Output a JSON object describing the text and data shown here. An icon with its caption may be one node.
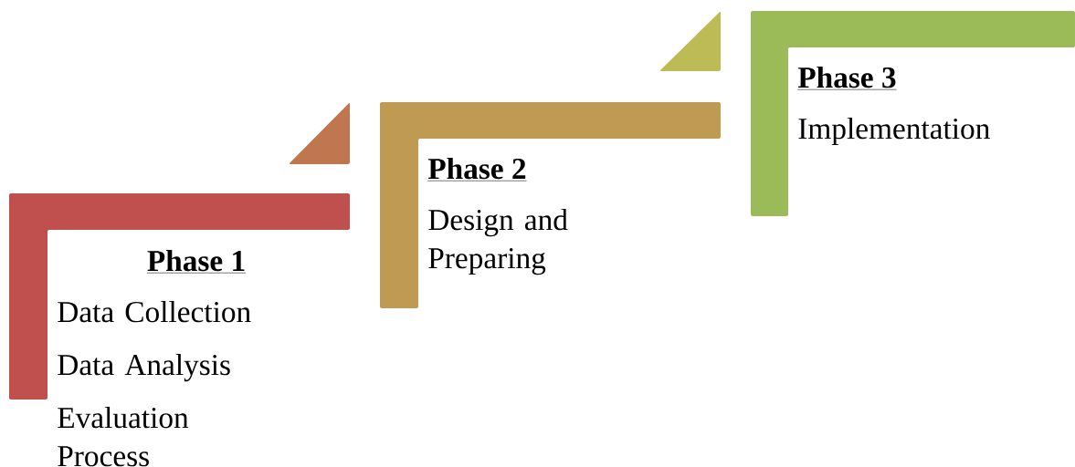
{
  "diagram": {
    "nodes": [
      {
        "text": [
          "Phase 1",
          "Data Collection",
          "Data Analysis",
          "Evaluation Process"
        ]
      },
      {
        "text": [
          "Phase 2",
          "Design and Preparing"
        ]
      },
      {
        "text": [
          "Phase 3",
          "Implementation"
        ]
      }
    ]
  }
}
